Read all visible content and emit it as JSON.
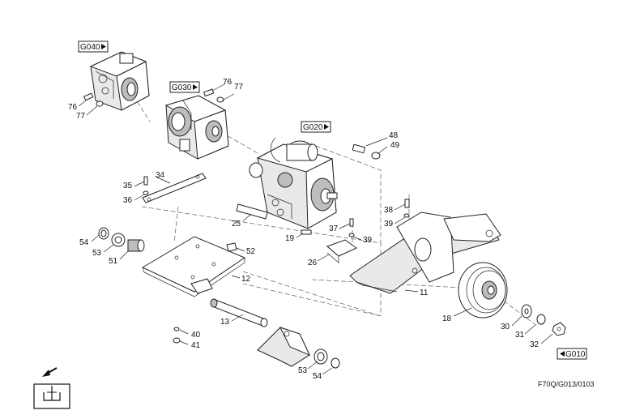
{
  "references": {
    "g040": "G040",
    "g030": "G030",
    "g020": "G020",
    "g010": "G010"
  },
  "drawing_code": "F70Q/G013/0103",
  "callouts": {
    "c76a": "76",
    "c77a": "77",
    "c76b": "76",
    "c77b": "77",
    "c48": "48",
    "c49": "49",
    "c34": "34",
    "c35": "35",
    "c36": "36",
    "c25": "25",
    "c19": "19",
    "c38": "38",
    "c39a": "39",
    "c37": "37",
    "c39b": "39",
    "c54a": "54",
    "c53a": "53",
    "c51": "51",
    "c52": "52",
    "c26": "26",
    "c12": "12",
    "c11": "11",
    "c13": "13",
    "c18": "18",
    "c40": "40",
    "c41": "41",
    "c30": "30",
    "c31": "31",
    "c32": "32",
    "c53b": "53",
    "c54b": "54"
  },
  "icons": {
    "hydraulic": "hydraulic-symbol-icon",
    "direction": "direction-arrow-icon"
  }
}
